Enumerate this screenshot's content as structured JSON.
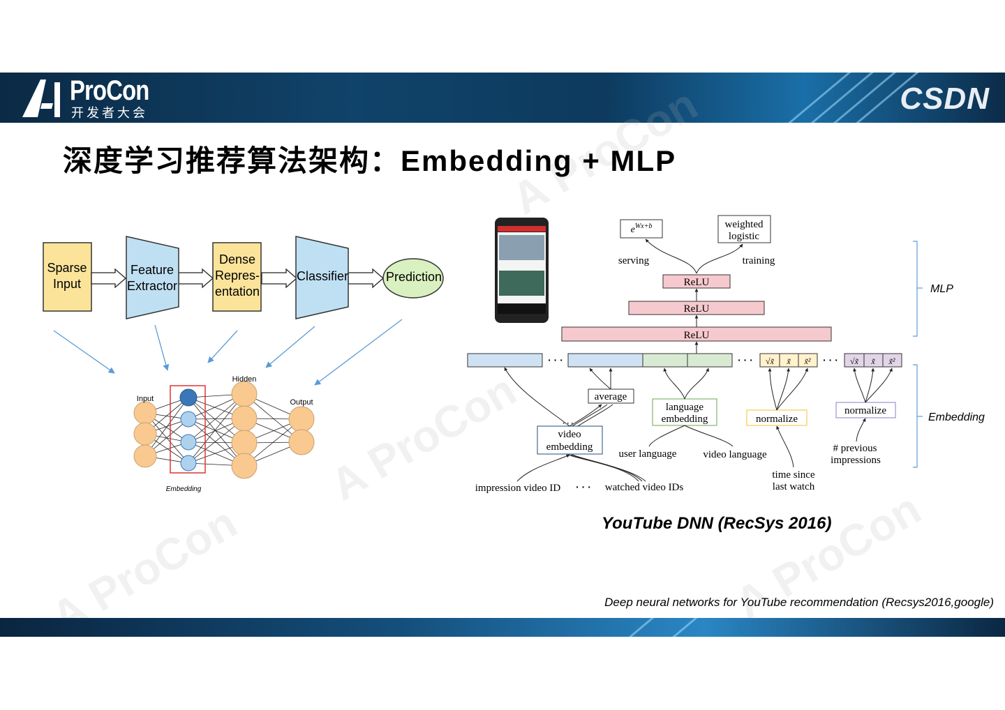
{
  "header": {
    "logo_text": "ProCon",
    "logo_sub": "开发者大会",
    "brand": "CSDN"
  },
  "slide": {
    "title": "深度学习推荐算法架构：Embedding + MLP",
    "reference": "Deep neural networks for YouTube recommendation (Recsys2016,google)",
    "yt_caption": "YouTube DNN (RecSys 2016)"
  },
  "left_diagram": {
    "sparse_input": [
      "Sparse",
      "Input"
    ],
    "feature_extractor": [
      "Feature",
      "Extractor"
    ],
    "dense_rep": [
      "Dense",
      "Repres-",
      "entation"
    ],
    "classifier": "Classifier",
    "prediction": "Prediction",
    "nn_input": "Input",
    "nn_hidden": "Hidden",
    "nn_output": "Output",
    "nn_embedding": "Embedding"
  },
  "right_diagram": {
    "softmax": "e^{Wx+b}",
    "weighted_logistic": [
      "weighted",
      "logistic"
    ],
    "serving": "serving",
    "training": "training",
    "relu": "ReLU",
    "mlp_label": "MLP",
    "embedding_label": "Embedding",
    "average": "average",
    "video_embedding": [
      "video",
      "embedding"
    ],
    "language_embedding": [
      "language",
      "embedding"
    ],
    "normalize": "normalize",
    "user_language": "user language",
    "video_language": "video language",
    "time_since": [
      "time since",
      "last watch"
    ],
    "previous_impressions": [
      "# previous",
      "impressions"
    ],
    "impression_video_id": "impression video ID",
    "watched_video_ids": "watched video IDs",
    "dots": "· · ·"
  },
  "colors": {
    "sparse_fill": "#fbe49a",
    "blue_fill": "#bfe0f3",
    "prediction_fill": "#d9f0c0",
    "relu_fill": "#f6c9cf",
    "vec_blue": "#cfe2f3",
    "vec_green": "#d9ead3",
    "vec_yellow": "#fff2cc",
    "vec_purple": "#e1d5e7",
    "node_fill": "#f9c98f",
    "emb_node_fill": "#aed2ee",
    "emb_node_dark": "#3a77b8",
    "arrow_blue": "#5b9bd5"
  }
}
